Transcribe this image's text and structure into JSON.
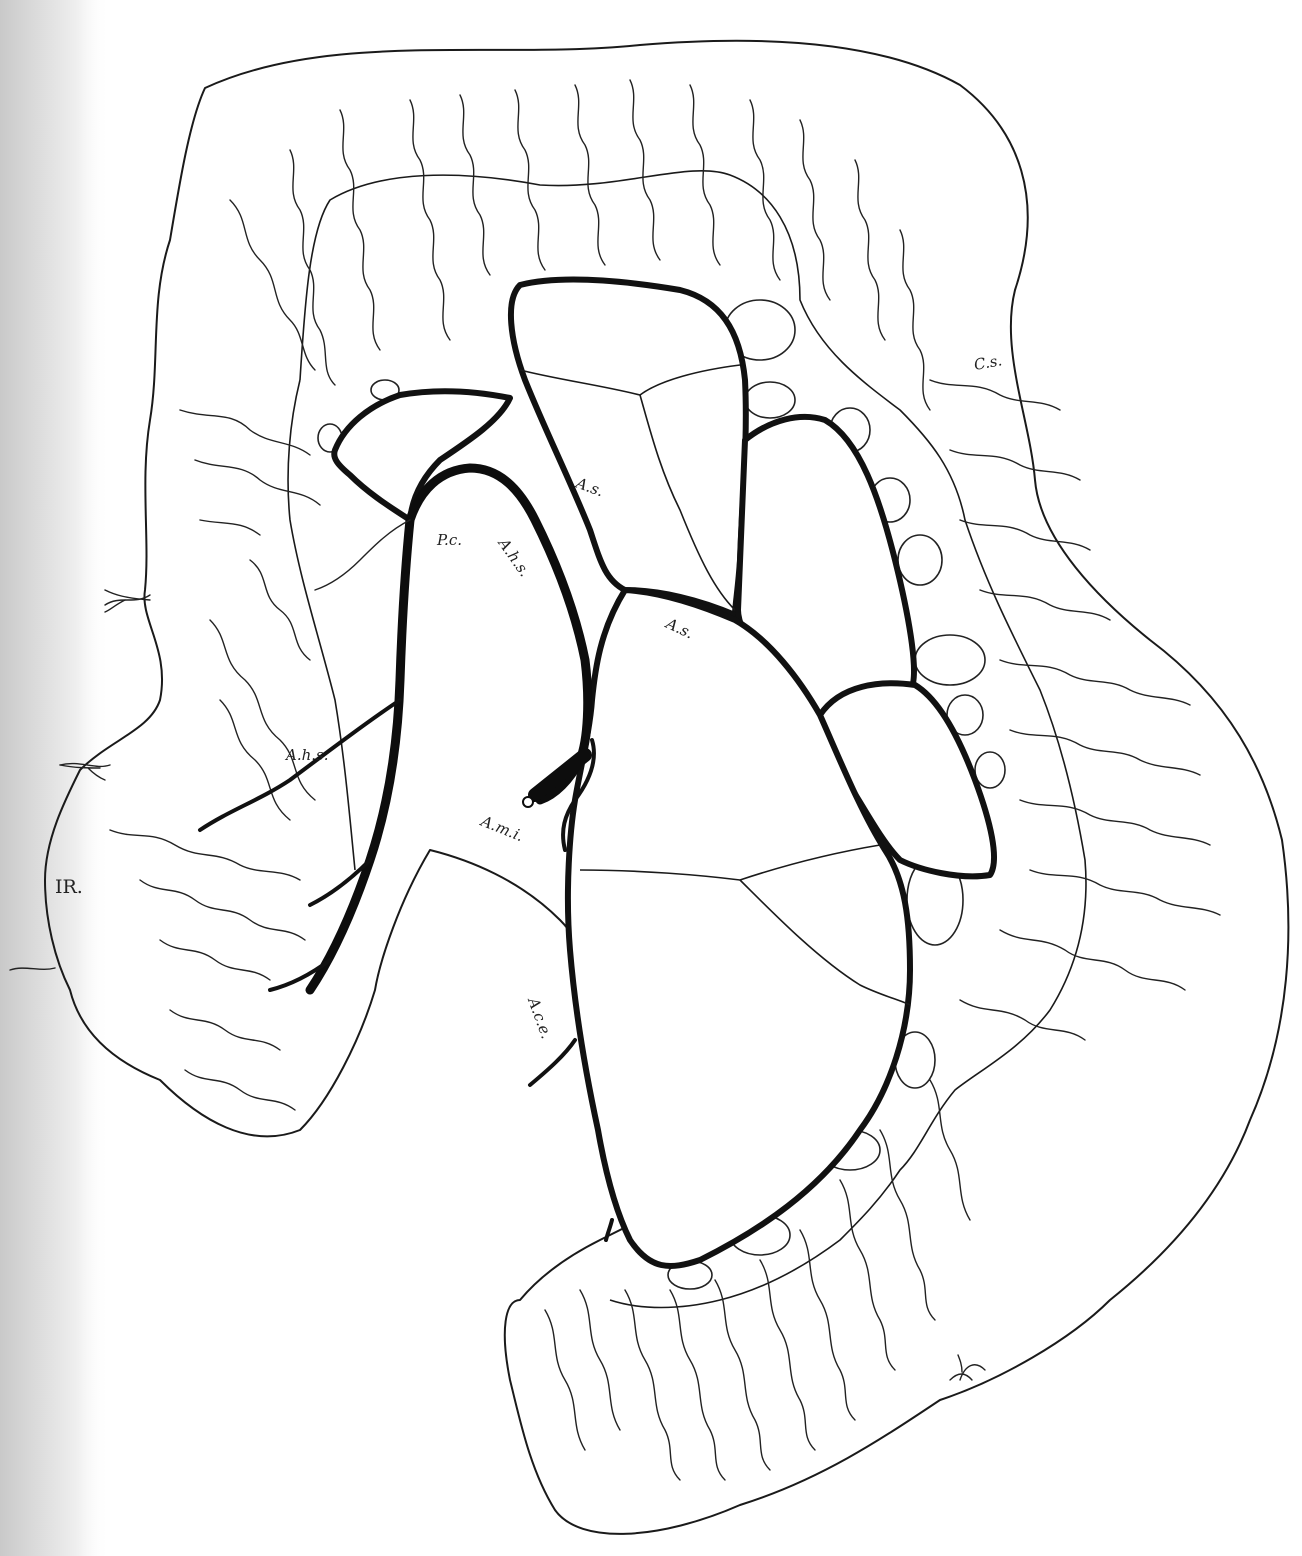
{
  "labels": {
    "as_upper": "A.s.",
    "as_middle": "A.s.",
    "c_s": "C.s.",
    "p_c": "P.c.",
    "a_h_s_upper": "A.h.s.",
    "a_h_s_left": "A.h.s.",
    "a_m_i": "A.m.i.",
    "a_c_e": "A.c.e.",
    "ir": "IR."
  }
}
